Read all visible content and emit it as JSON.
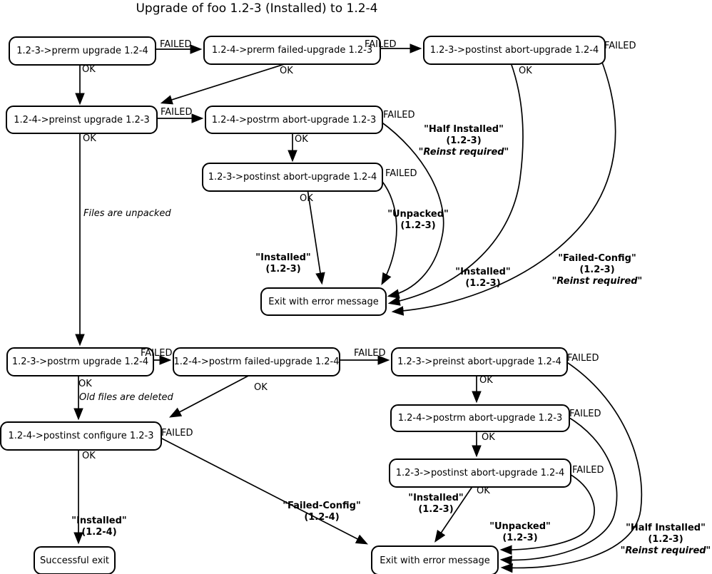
{
  "title": "Upgrade of foo 1.2-3 (Installed) to 1.2-4",
  "edge": {
    "ok": "OK",
    "failed": "FAILED"
  },
  "nodes": {
    "prerm_upgrade": {
      "label": "1.2-3->prerm upgrade 1.2-4"
    },
    "prerm_failed_upgrade": {
      "label": "1.2-4->prerm failed-upgrade 1.2-3"
    },
    "postinst_abort_top": {
      "label": "1.2-3->postinst abort-upgrade 1.2-4"
    },
    "preinst_upgrade": {
      "label": "1.2-4->preinst upgrade 1.2-3"
    },
    "postrm_abort_top": {
      "label": "1.2-4->postrm abort-upgrade 1.2-3"
    },
    "postinst_abort_mid": {
      "label": "1.2-3->postinst abort-upgrade 1.2-4"
    },
    "exit_error_mid": {
      "label": "Exit with error message"
    },
    "postrm_upgrade": {
      "label": "1.2-3->postrm upgrade 1.2-4"
    },
    "postrm_failed_upgrade": {
      "label": "1.2-4->postrm failed-upgrade 1.2-4"
    },
    "preinst_abort": {
      "label": "1.2-3->preinst abort-upgrade 1.2-4"
    },
    "postrm_abort_bottom": {
      "label": "1.2-4->postrm abort-upgrade 1.2-3"
    },
    "postinst_abort_bottom": {
      "label": "1.2-3->postinst abort-upgrade 1.2-4"
    },
    "postinst_configure": {
      "label": "1.2-4->postinst configure 1.2-3"
    },
    "successful_exit": {
      "label": "Successful exit"
    },
    "exit_error_bottom": {
      "label": "Exit with error message"
    }
  },
  "annotations": {
    "files_unpacked": "Files are unpacked",
    "old_files_deleted": "Old files are deleted"
  },
  "states": {
    "half_installed_top": {
      "line1": "\"Half Installed\"",
      "line2": "(1.2-3)",
      "line3": "\"Reinst required\""
    },
    "unpacked_top": {
      "line1": "\"Unpacked\"",
      "line2": "(1.2-3)"
    },
    "installed_top_left": {
      "line1": "\"Installed\"",
      "line2": "(1.2-3)"
    },
    "installed_top_right": {
      "line1": "\"Installed\"",
      "line2": "(1.2-3)"
    },
    "failed_config_top": {
      "line1": "\"Failed-Config\"",
      "line2": "(1.2-3)",
      "line3": "\"Reinst required\""
    },
    "installed_bottom_left": {
      "line1": "\"Installed\"",
      "line2": "(1.2-4)"
    },
    "failed_config_bottom": {
      "line1": "\"Failed-Config\"",
      "line2": "(1.2-4)"
    },
    "installed_bottom": {
      "line1": "\"Installed\"",
      "line2": "(1.2-3)"
    },
    "unpacked_bottom": {
      "line1": "\"Unpacked\"",
      "line2": "(1.2-3)"
    },
    "half_installed_bottom": {
      "line1": "\"Half Installed\"",
      "line2": "(1.2-3)",
      "line3": "\"Reinst required\""
    }
  },
  "colors": {
    "line": "#000000",
    "background": "#ffffff"
  }
}
